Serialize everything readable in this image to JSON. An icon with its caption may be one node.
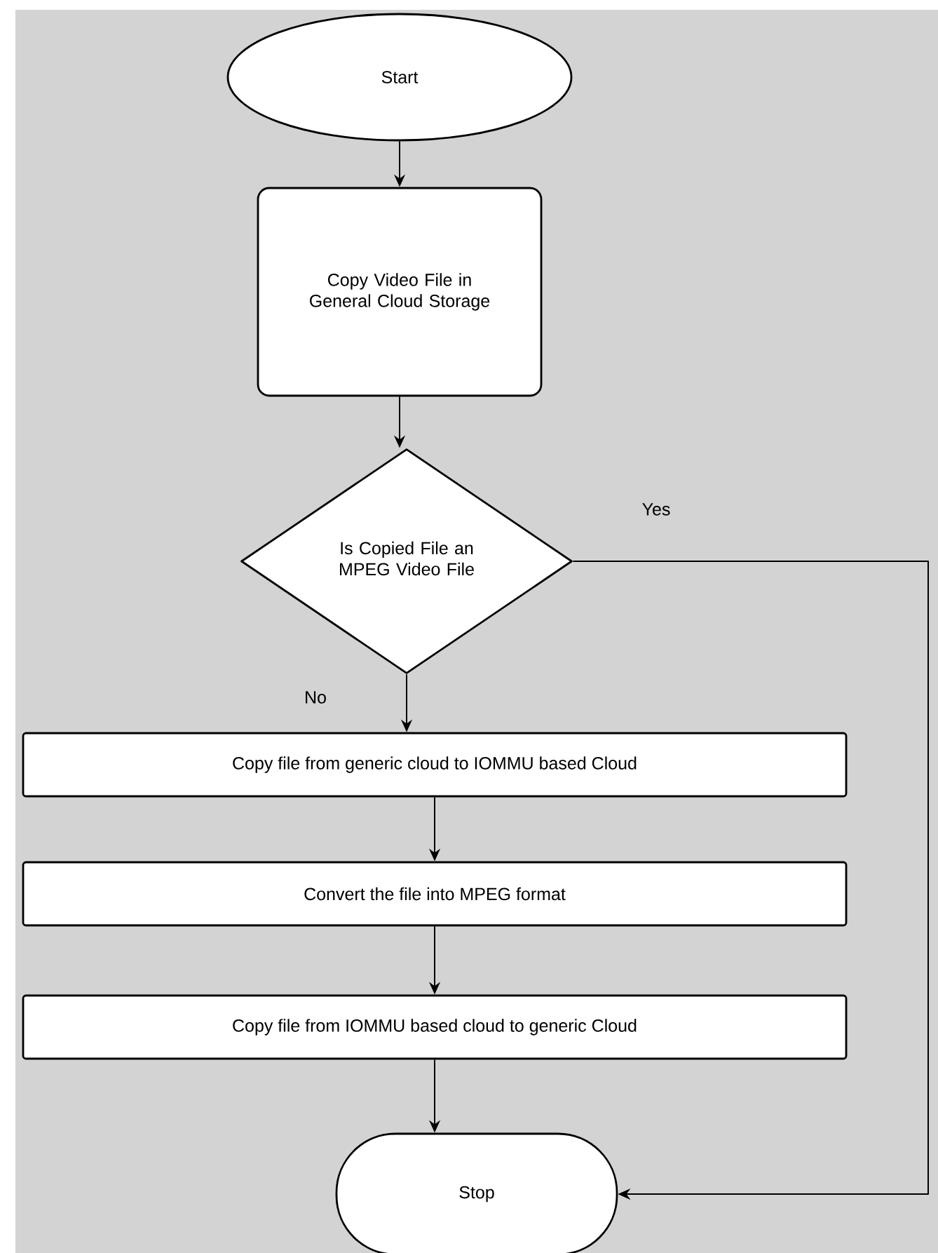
{
  "diagram": {
    "nodes": [
      {
        "text": [
          "Start"
        ]
      },
      {
        "text": [
          "Copy Video File in General Cloud Storage"
        ]
      },
      {
        "text": [
          "Is Copied File an MPEG Video File"
        ]
      },
      {
        "text": [
          "Copy file from generic cloud to IOMMU based Cloud"
        ]
      },
      {
        "text": [
          "Convert the file into MPEG format"
        ]
      },
      {
        "text": [
          "Copy file from IOMMU based cloud to generic Cloud"
        ]
      },
      {
        "text": [
          "Stop"
        ]
      }
    ],
    "edges": [
      {
        "from": 0,
        "to": 1,
        "arrow": "to"
      },
      {
        "from": 1,
        "to": 2,
        "arrow": "to"
      },
      {
        "from": 2,
        "to": 3,
        "arrow": "to",
        "label": "No"
      },
      {
        "from": 3,
        "to": 4,
        "arrow": "to"
      },
      {
        "from": 4,
        "to": 5,
        "arrow": "to"
      },
      {
        "from": 5,
        "to": 6,
        "arrow": "to"
      },
      {
        "from": 2,
        "to": 6,
        "arrow": "to",
        "label": "Yes"
      }
    ]
  }
}
